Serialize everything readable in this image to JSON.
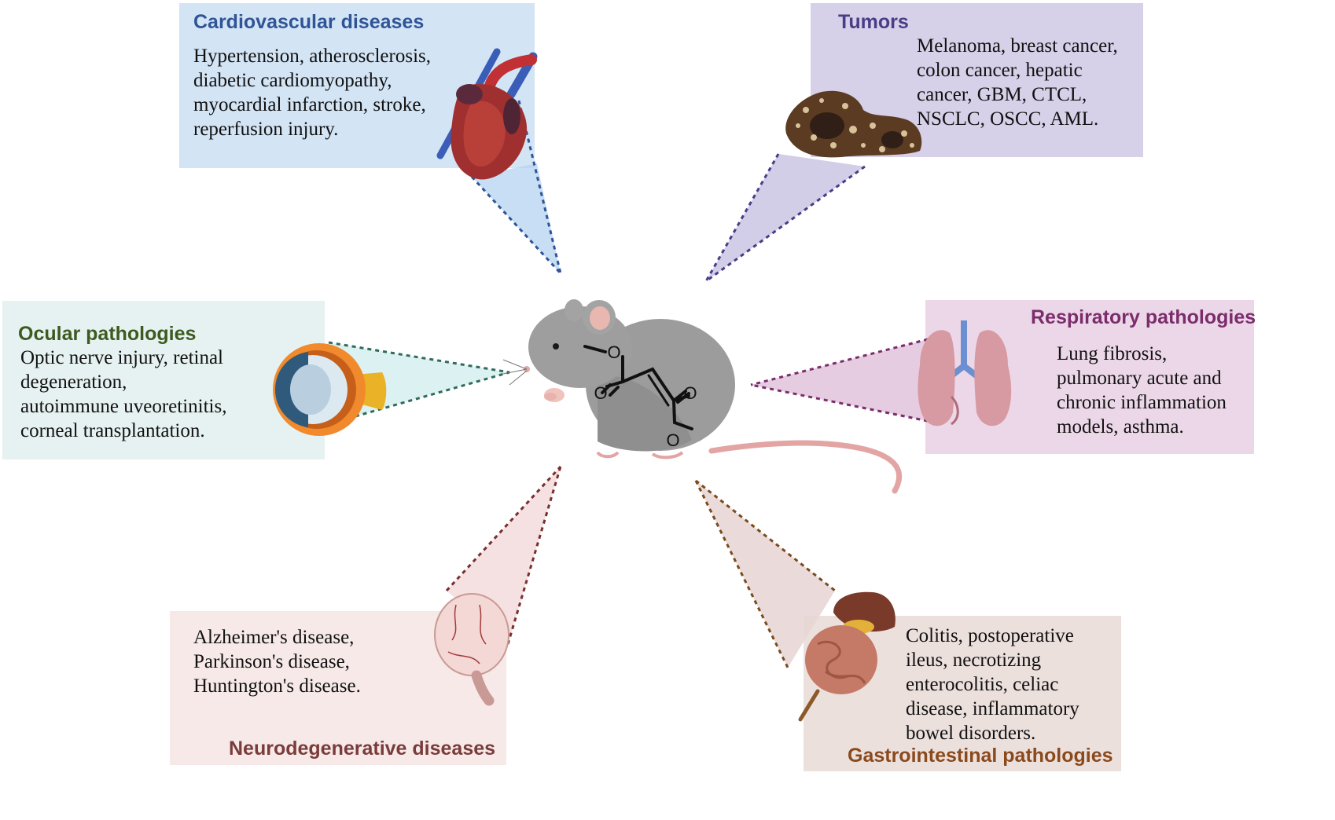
{
  "colors": {
    "cardio": "#2f5597",
    "tumors": "#4a3c86",
    "ocular": "#3d5a1f",
    "respiratory": "#7b2d6b",
    "neuro": "#7a3b3b",
    "gi": "#8a4a1c"
  },
  "panels": {
    "cardio": {
      "title": "Cardiovascular diseases",
      "lines": [
        "Hypertension, atherosclerosis,",
        "diabetic cardiomyopathy,",
        "myocardial infarction, stroke,",
        "reperfusion injury."
      ],
      "icon": "heart-icon"
    },
    "tumors": {
      "title": "Tumors",
      "lines": [
        "Melanoma, breast cancer,",
        "colon cancer, hepatic",
        "cancer, GBM, CTCL,",
        "NSCLC, OSCC, AML."
      ],
      "icon": "tumor-liver-icon"
    },
    "ocular": {
      "title": "Ocular pathologies",
      "lines": [
        "Optic nerve injury, retinal",
        "degeneration,",
        "autoimmune uveoretinitis,",
        "corneal transplantation."
      ],
      "icon": "eye-icon"
    },
    "respiratory": {
      "title": "Respiratory pathologies",
      "lines": [
        "Lung fibrosis,",
        "pulmonary acute and",
        "chronic inflammation",
        "models, asthma."
      ],
      "icon": "lungs-icon"
    },
    "neuro": {
      "title": "Neurodegenerative diseases",
      "lines": [
        "Alzheimer's disease,",
        "Parkinson's disease,",
        "Huntington's disease."
      ],
      "icon": "brain-icon"
    },
    "gi": {
      "title": "Gastrointestinal pathologies",
      "lines": [
        "Colitis, postoperative",
        "ileus, necrotizing",
        "enterocolitis, celiac",
        "disease, inflammatory",
        "bowel disorders."
      ],
      "icon": "intestine-icon"
    }
  },
  "center": {
    "icon": "mouse-icon",
    "molecule": {
      "icon": "dimethyl-fumarate-structure-icon",
      "atoms": [
        "O",
        "O",
        "O",
        "O"
      ]
    }
  }
}
